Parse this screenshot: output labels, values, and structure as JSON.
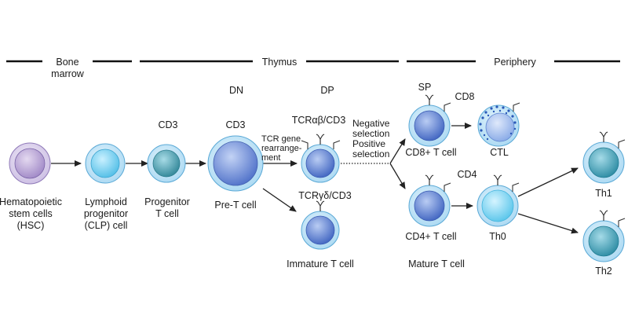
{
  "sections": {
    "bone_marrow": "Bone\nmarrow",
    "thymus": "Thymus",
    "periphery": "Periphery"
  },
  "stages": {
    "dn": "DN",
    "dp": "DP",
    "sp": "SP"
  },
  "cells": {
    "hsc": "Hematopoietic\nstem cells\n(HSC)",
    "clp": "Lymphoid\nprogenitor\n(CLP) cell",
    "progenitor": "Progenitor\nT cell",
    "pre_t": "Pre-T cell",
    "immature": "Immature T cell",
    "cd8_t": "CD8+ T cell",
    "ctl": "CTL",
    "cd4_t": "CD4+ T cell",
    "th0": "Th0",
    "th1": "Th1",
    "th2": "Th2",
    "mature": "Mature T cell"
  },
  "markers": {
    "cd3_progenitor": "CD3",
    "cd3_pre_t": "CD3",
    "tcr_ab": "TCRαβ/CD3",
    "tcr_gd": "TCRγδ/CD3",
    "cd8": "CD8",
    "cd4": "CD4"
  },
  "annotations": {
    "tcr_rearrangement": "TCR gene\nrearrange-\nment",
    "selection": "Negative\nselection\nPositive\nselection"
  },
  "colors": {
    "hsc_fill": "#b9a6d6",
    "clp_fill": "#7fd3f0",
    "progenitor_fill": "#4a9fb0",
    "pre_t_fill": "#6f8fd8",
    "t_cell_fill": "#5f86d4",
    "th_fill": "#3fa2b8",
    "th0_fill": "#7fd6f2",
    "ctl_fill": "#a9c4f0",
    "membrane": "#bfe1f7",
    "line": "#222222"
  }
}
